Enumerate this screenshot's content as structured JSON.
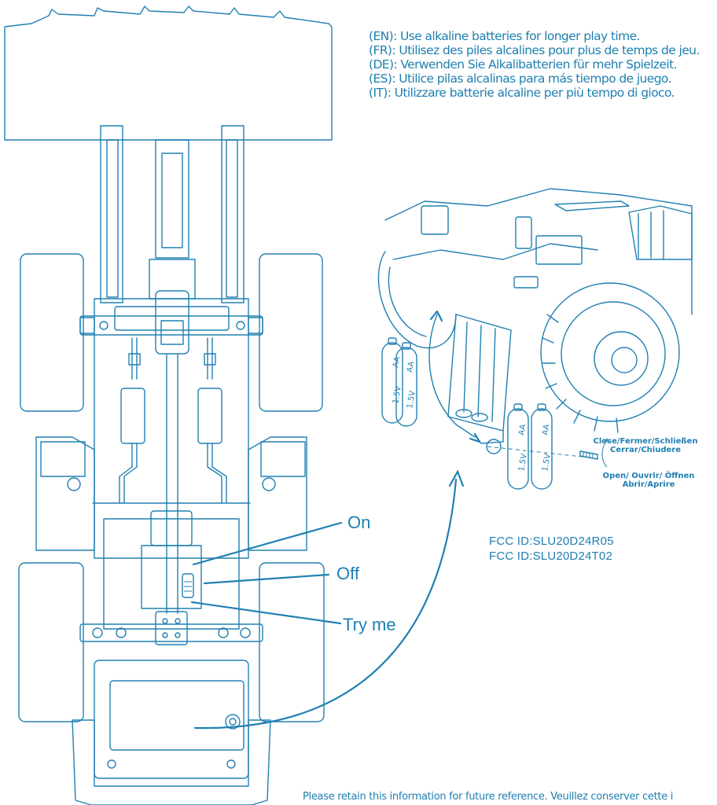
{
  "battery_notes": {
    "en": "(EN): Use alkaline batteries for longer play time.",
    "fr": "(FR): Utilisez des piles alcalines pour plus de temps de jeu.",
    "de": "(DE): Verwenden Sie Alkalibatterien für mehr Spielzeit.",
    "es": "(ES): Utilice pilas alcalinas para más tiempo de juego.",
    "it": "(IT): Utilizzare batterie alcaline per più tempo di gioco."
  },
  "switch_labels": {
    "on": "On",
    "off": "Off",
    "try_me": "Try me"
  },
  "fcc_ids": {
    "id1": "FCC ID:SLU20D24R05",
    "id2": "FCC ID:SLU20D24T02"
  },
  "battery_cover": {
    "close_label_1": "Close/Fermer/Schließen",
    "close_label_2": "Cerrar/Chiudere",
    "open_label_1": "Open/ Ouvrir/ Öffnen",
    "open_label_2": "Abrir/Aprire"
  },
  "battery_marks": {
    "voltage": "1.5V",
    "size": "AA"
  },
  "footer_note": "Please retain this information for future reference. Veuillez conserver cette i",
  "colors": {
    "line": "#2180b2",
    "text": "#1f7fb0",
    "background": "#ffffff"
  }
}
